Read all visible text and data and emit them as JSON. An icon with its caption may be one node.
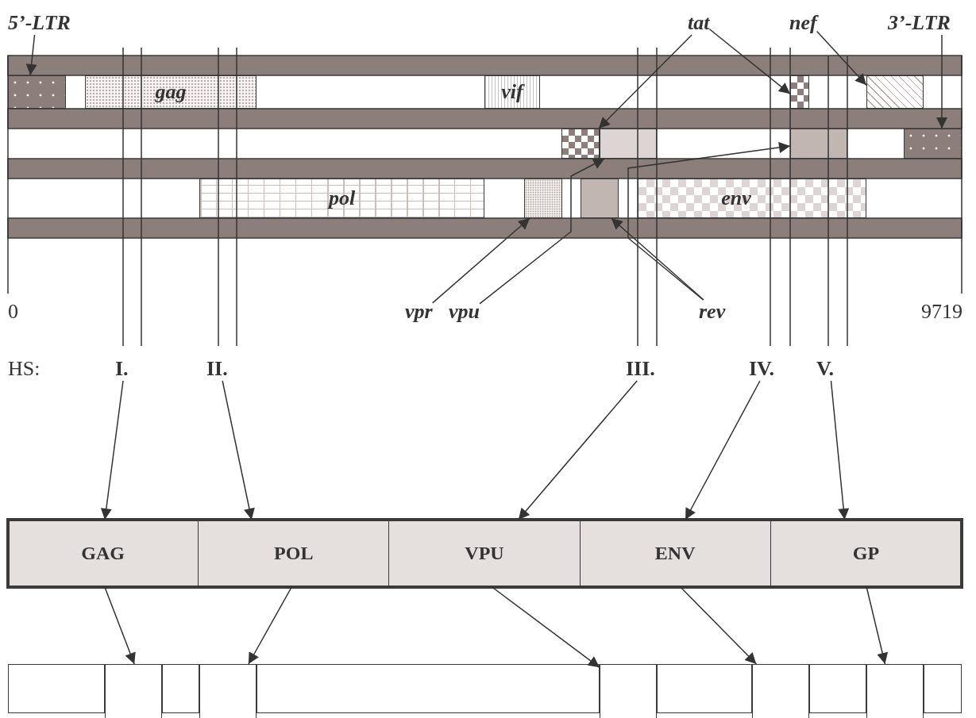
{
  "diagram": {
    "nodes": [
      {
        "text": [
          "5’-LTR"
        ]
      },
      {
        "text": [
          "tat"
        ]
      },
      {
        "text": [
          "nef"
        ]
      },
      {
        "text": [
          "3’-LTR"
        ]
      },
      {
        "text": [],
        "shape": "box"
      },
      {
        "text": [
          "gag"
        ]
      },
      {
        "text": [
          "vif"
        ]
      },
      {
        "text": [],
        "shape": "box"
      },
      {
        "text": [],
        "shape": "box"
      },
      {
        "text": [],
        "shape": "box"
      },
      {
        "text": [],
        "shape": "box"
      },
      {
        "text": [],
        "shape": "box"
      },
      {
        "text": [],
        "shape": "box"
      },
      {
        "text": [
          "pol"
        ]
      },
      {
        "text": [],
        "shape": "box"
      },
      {
        "text": [],
        "shape": "box"
      },
      {
        "text": [
          "env"
        ]
      },
      {
        "text": [
          "vpr"
        ]
      },
      {
        "text": [
          "vpu"
        ]
      },
      {
        "text": [
          "rev"
        ]
      },
      {
        "text": [
          "I."
        ]
      },
      {
        "text": [
          "II."
        ]
      },
      {
        "text": [
          "III."
        ]
      },
      {
        "text": [
          "IV."
        ]
      },
      {
        "text": [
          "V."
        ]
      },
      {
        "text": [
          "GAG"
        ]
      },
      {
        "text": [
          "POL"
        ]
      },
      {
        "text": [
          "VPU"
        ]
      },
      {
        "text": [
          "ENV"
        ]
      },
      {
        "text": [
          "GP"
        ]
      },
      {
        "text": [],
        "shape": "box"
      },
      {
        "text": [],
        "shape": "box"
      },
      {
        "text": [],
        "shape": "box"
      },
      {
        "text": [],
        "shape": "box"
      },
      {
        "text": [],
        "shape": "box"
      },
      {
        "text": [],
        "shape": "box"
      },
      {
        "text": [],
        "shape": "box"
      },
      {
        "text": [],
        "shape": "box"
      },
      {
        "text": [],
        "shape": "box"
      },
      {
        "text": [],
        "shape": "box"
      },
      {
        "text": [],
        "shape": "box"
      }
    ],
    "edges": [
      {
        "from": 0,
        "to": 4,
        "arrow": "to"
      },
      {
        "from": 1,
        "to": 9,
        "arrow": "to"
      },
      {
        "from": 1,
        "to": 7,
        "arrow": "to"
      },
      {
        "from": 2,
        "to": 8,
        "arrow": "to"
      },
      {
        "from": 3,
        "to": 12,
        "arrow": "to"
      },
      {
        "from": 17,
        "to": 14,
        "arrow": "to"
      },
      {
        "from": 18,
        "to": 10,
        "arrow": "to"
      },
      {
        "from": 19,
        "to": 15,
        "arrow": "to"
      },
      {
        "from": 19,
        "to": 11,
        "arrow": "to"
      },
      {
        "from": 20,
        "to": 25,
        "arrow": "to"
      },
      {
        "from": 21,
        "to": 26,
        "arrow": "to"
      },
      {
        "from": 22,
        "to": 27,
        "arrow": "to"
      },
      {
        "from": 23,
        "to": 28,
        "arrow": "to"
      },
      {
        "from": 24,
        "to": 29,
        "arrow": "to"
      },
      {
        "from": 25,
        "to": 31,
        "arrow": "to"
      },
      {
        "from": 26,
        "to": 33,
        "arrow": "to"
      },
      {
        "from": 27,
        "to": 35,
        "arrow": "to"
      },
      {
        "from": 28,
        "to": 37,
        "arrow": "to"
      },
      {
        "from": 29,
        "to": 39,
        "arrow": "to"
      }
    ],
    "labels": [
      "0",
      "9719",
      "HS:"
    ]
  }
}
